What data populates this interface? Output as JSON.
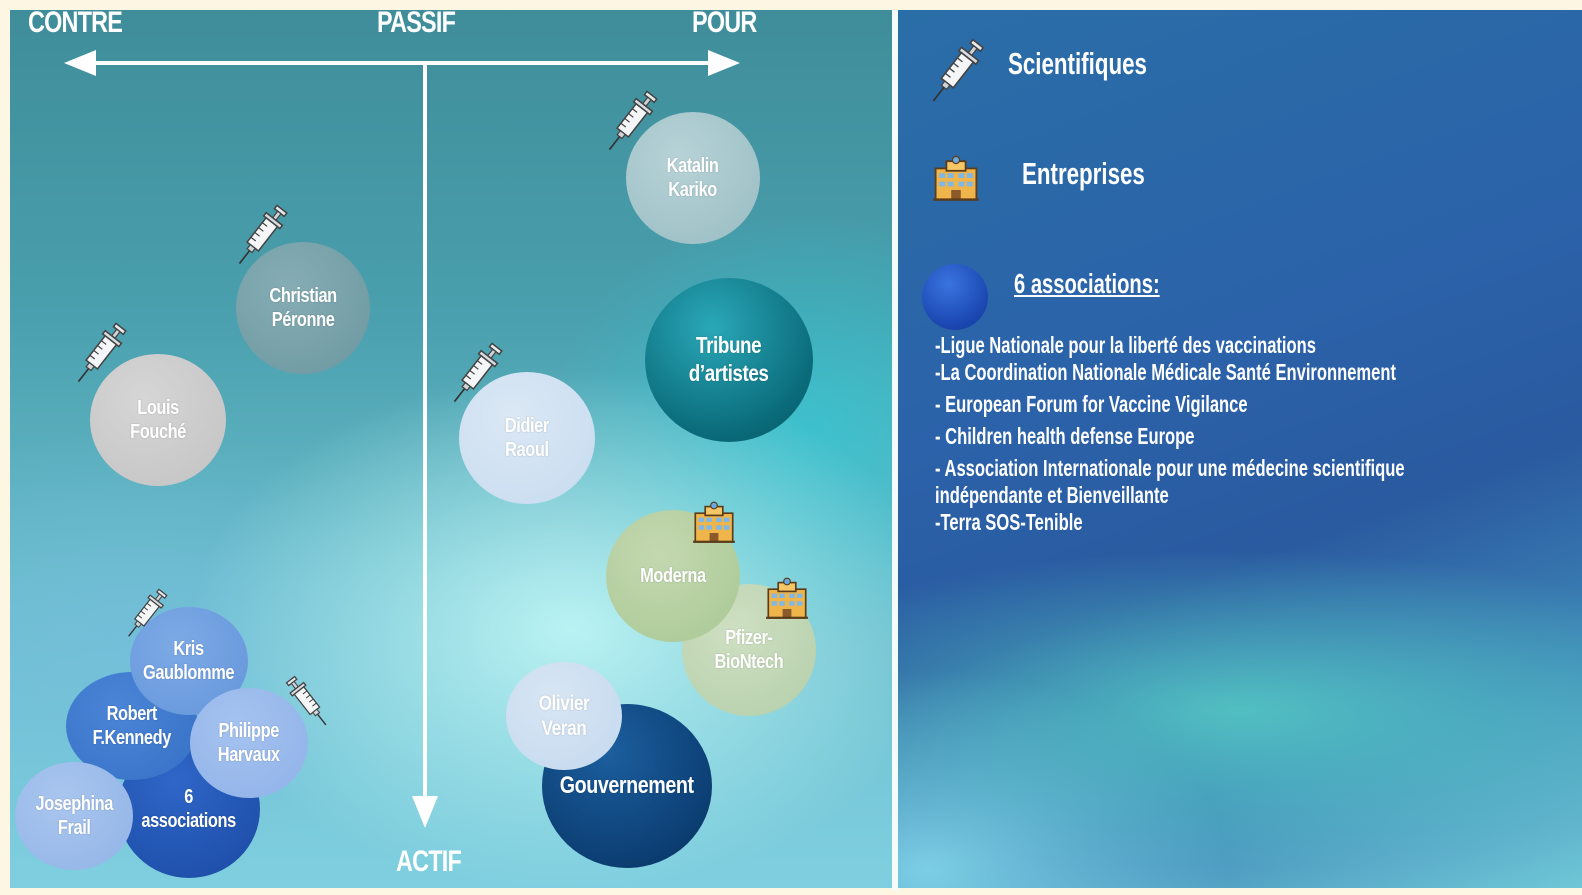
{
  "axes": {
    "left": "CONTRE",
    "center": "PASSIF",
    "right": "POUR",
    "bottom": "ACTIF"
  },
  "bubbles": {
    "katalin": "Katalin\nKariko",
    "christian": "Christian\nPéronne",
    "louis": "Louis\nFouché",
    "tribune": "Tribune\nd’artistes",
    "didier": "Didier\nRaoul",
    "moderna": "Moderna",
    "pfizer": "Pfizer-\nBioNtech",
    "olivier": "Olivier\nVeran",
    "gouvernement": "Gouvernement",
    "kris": "Kris\nGaublomme",
    "robert": "Robert\nF.Kennedy",
    "philippe": "Philippe\nHarvaux",
    "josephina": "Josephina\nFrail",
    "associations": "6\nassociations"
  },
  "legend": {
    "scientifiques": "Scientifiques",
    "entreprises": "Entreprises",
    "associations_title": "6 associations:",
    "associations": [
      "-Ligue Nationale pour la liberté des vaccinations",
      "-La Coordination Nationale Médicale Santé Environnement",
      "- European Forum for Vaccine Vigilance",
      "- Children health defense Europe",
      "- Association Internationale pour une médecine scientifique",
      "indépendante et Bienveillante",
      "-Terra SOS-Tenible"
    ]
  },
  "icons": {
    "scientist": "syringe-icon",
    "company": "building-icon",
    "association": "blue-circle"
  }
}
